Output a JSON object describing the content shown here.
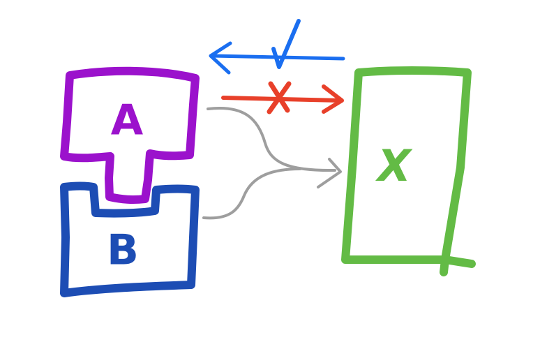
{
  "colors": {
    "block_a": "#9b12cc",
    "block_b": "#1d4db4",
    "block_x": "#63bb45",
    "arrow_back": "#1a6ef0",
    "arrow_forward": "#e8402a",
    "arrow_combine": "#9e9e9e",
    "background": "#ffffff"
  },
  "blocks": {
    "a": {
      "label": "A"
    },
    "b": {
      "label": "B"
    },
    "x": {
      "label": "X"
    }
  },
  "marks": {
    "check": "check-icon",
    "cross": "cross-icon"
  }
}
